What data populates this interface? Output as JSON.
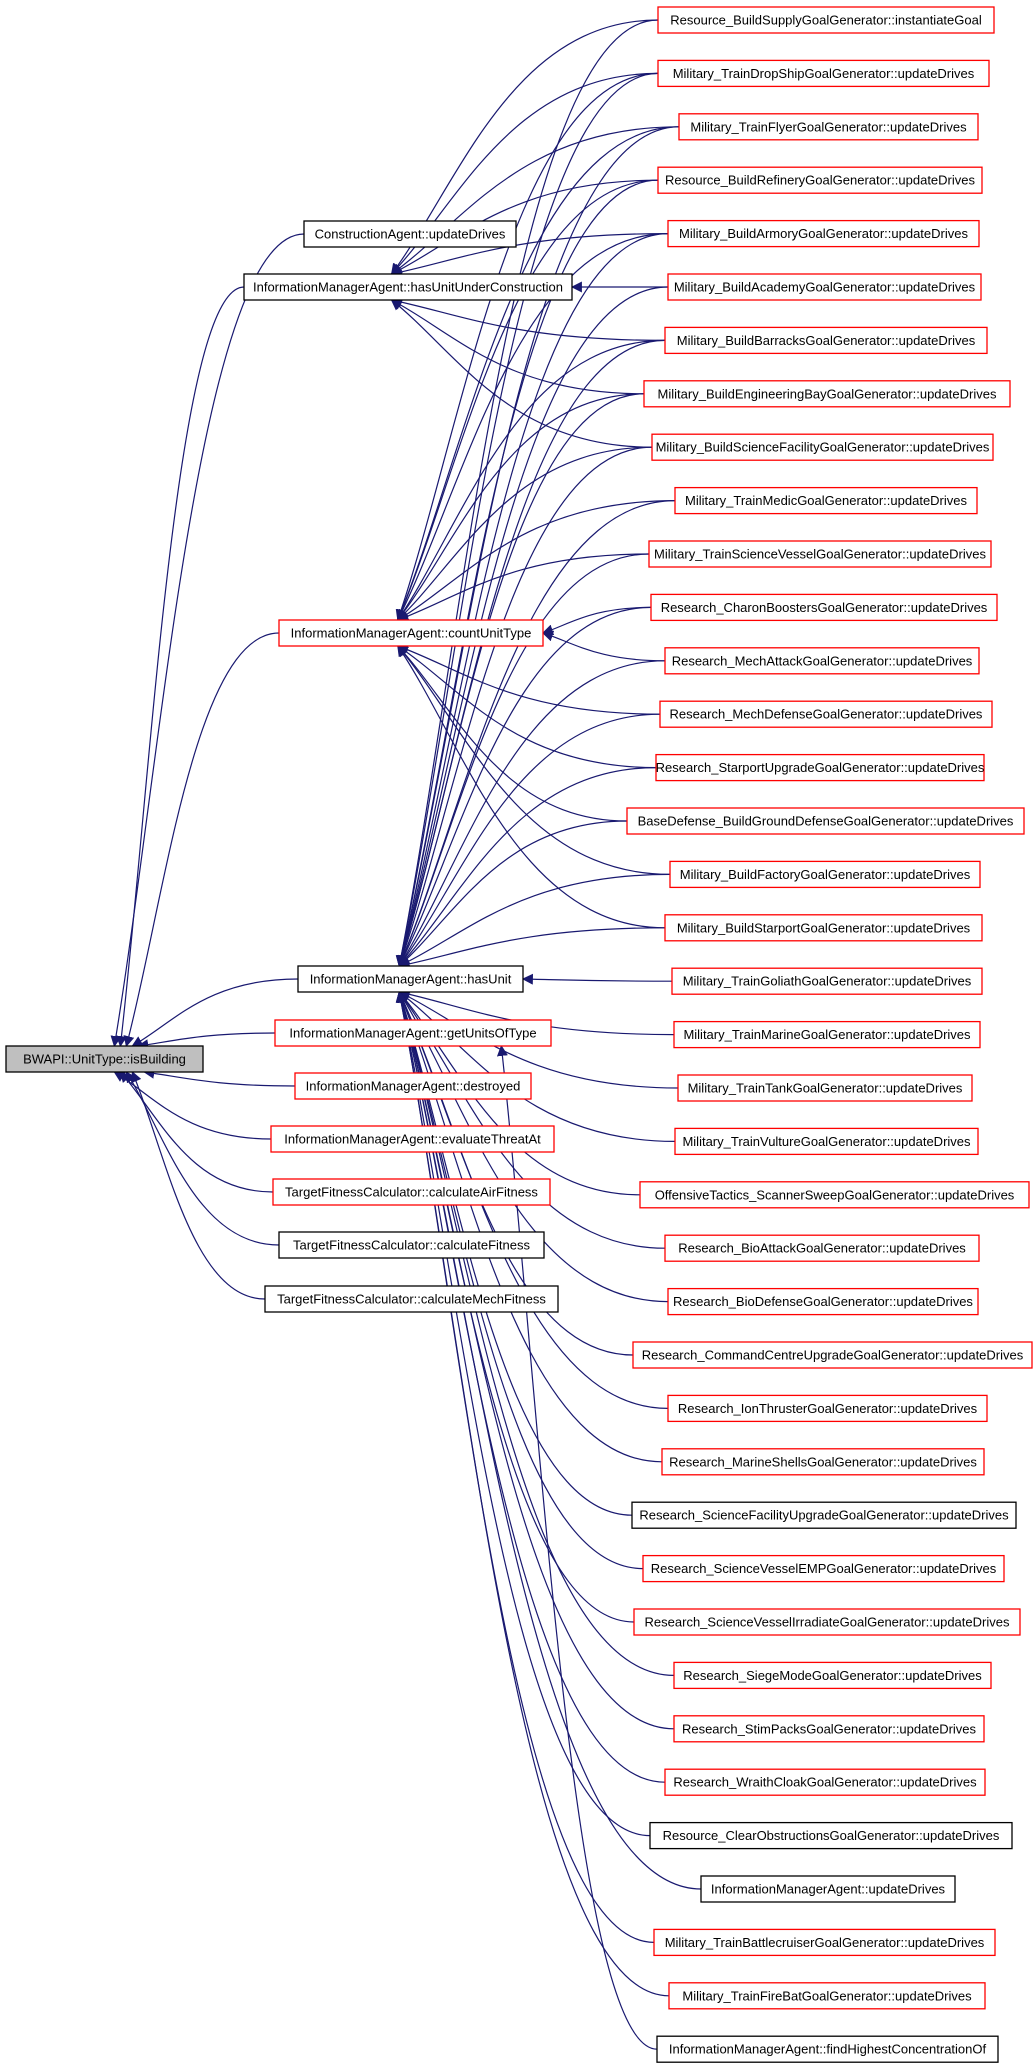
{
  "diagram": {
    "nodes": [
      {
        "id": "root",
        "label": "BWAPI::UnitType::isBuilding",
        "style": "root"
      },
      {
        "id": "ca",
        "label": "ConstructionAgent::updateDrives",
        "style": "black"
      },
      {
        "id": "huc",
        "label": "InformationManagerAgent::hasUnitUnderConstruction",
        "style": "black"
      },
      {
        "id": "cut",
        "label": "InformationManagerAgent::countUnitType",
        "style": "red"
      },
      {
        "id": "hu",
        "label": "InformationManagerAgent::hasUnit",
        "style": "black"
      },
      {
        "id": "guot",
        "label": "InformationManagerAgent::getUnitsOfType",
        "style": "red"
      },
      {
        "id": "des",
        "label": "InformationManagerAgent::destroyed",
        "style": "red"
      },
      {
        "id": "eta",
        "label": "InformationManagerAgent::evaluateThreatAt",
        "style": "red"
      },
      {
        "id": "caf",
        "label": "TargetFitnessCalculator::calculateAirFitness",
        "style": "red"
      },
      {
        "id": "cf",
        "label": "TargetFitnessCalculator::calculateFitness",
        "style": "black"
      },
      {
        "id": "cmf",
        "label": "TargetFitnessCalculator::calculateMechFitness",
        "style": "black"
      },
      {
        "id": "r0",
        "label": "Resource_BuildSupplyGoalGenerator::instantiateGoal",
        "style": "red"
      },
      {
        "id": "r1",
        "label": "Military_TrainDropShipGoalGenerator::updateDrives",
        "style": "red"
      },
      {
        "id": "r2",
        "label": "Military_TrainFlyerGoalGenerator::updateDrives",
        "style": "red"
      },
      {
        "id": "r3",
        "label": "Resource_BuildRefineryGoalGenerator::updateDrives",
        "style": "red"
      },
      {
        "id": "r4",
        "label": "Military_BuildArmoryGoalGenerator::updateDrives",
        "style": "red"
      },
      {
        "id": "r5",
        "label": "Military_BuildAcademyGoalGenerator::updateDrives",
        "style": "red"
      },
      {
        "id": "r6",
        "label": "Military_BuildBarracksGoalGenerator::updateDrives",
        "style": "red"
      },
      {
        "id": "r7",
        "label": "Military_BuildEngineeringBayGoalGenerator::updateDrives",
        "style": "red"
      },
      {
        "id": "r8",
        "label": "Military_BuildScienceFacilityGoalGenerator::updateDrives",
        "style": "red"
      },
      {
        "id": "r9",
        "label": "Military_TrainMedicGoalGenerator::updateDrives",
        "style": "red"
      },
      {
        "id": "r10",
        "label": "Military_TrainScienceVesselGoalGenerator::updateDrives",
        "style": "red"
      },
      {
        "id": "r11",
        "label": "Research_CharonBoostersGoalGenerator::updateDrives",
        "style": "red"
      },
      {
        "id": "r12",
        "label": "Research_MechAttackGoalGenerator::updateDrives",
        "style": "red"
      },
      {
        "id": "r13",
        "label": "Research_MechDefenseGoalGenerator::updateDrives",
        "style": "red"
      },
      {
        "id": "r14",
        "label": "Research_StarportUpgradeGoalGenerator::updateDrives",
        "style": "red"
      },
      {
        "id": "r15",
        "label": "BaseDefense_BuildGroundDefenseGoalGenerator::updateDrives",
        "style": "red"
      },
      {
        "id": "r16",
        "label": "Military_BuildFactoryGoalGenerator::updateDrives",
        "style": "red"
      },
      {
        "id": "r17",
        "label": "Military_BuildStarportGoalGenerator::updateDrives",
        "style": "red"
      },
      {
        "id": "r18",
        "label": "Military_TrainGoliathGoalGenerator::updateDrives",
        "style": "red"
      },
      {
        "id": "r19",
        "label": "Military_TrainMarineGoalGenerator::updateDrives",
        "style": "red"
      },
      {
        "id": "r20",
        "label": "Military_TrainTankGoalGenerator::updateDrives",
        "style": "red"
      },
      {
        "id": "r21",
        "label": "Military_TrainVultureGoalGenerator::updateDrives",
        "style": "red"
      },
      {
        "id": "r22",
        "label": "OffensiveTactics_ScannerSweepGoalGenerator::updateDrives",
        "style": "red"
      },
      {
        "id": "r23",
        "label": "Research_BioAttackGoalGenerator::updateDrives",
        "style": "red"
      },
      {
        "id": "r24",
        "label": "Research_BioDefenseGoalGenerator::updateDrives",
        "style": "red"
      },
      {
        "id": "r25",
        "label": "Research_CommandCentreUpgradeGoalGenerator::updateDrives",
        "style": "red"
      },
      {
        "id": "r26",
        "label": "Research_IonThrusterGoalGenerator::updateDrives",
        "style": "red"
      },
      {
        "id": "r27",
        "label": "Research_MarineShellsGoalGenerator::updateDrives",
        "style": "red"
      },
      {
        "id": "r28",
        "label": "Research_ScienceFacilityUpgradeGoalGenerator::updateDrives",
        "style": "black"
      },
      {
        "id": "r29",
        "label": "Research_ScienceVesselEMPGoalGenerator::updateDrives",
        "style": "red"
      },
      {
        "id": "r30",
        "label": "Research_ScienceVesselIrradiateGoalGenerator::updateDrives",
        "style": "red"
      },
      {
        "id": "r31",
        "label": "Research_SiegeModeGoalGenerator::updateDrives",
        "style": "red"
      },
      {
        "id": "r32",
        "label": "Research_StimPacksGoalGenerator::updateDrives",
        "style": "red"
      },
      {
        "id": "r33",
        "label": "Research_WraithCloakGoalGenerator::updateDrives",
        "style": "red"
      },
      {
        "id": "r34",
        "label": "Resource_ClearObstructionsGoalGenerator::updateDrives",
        "style": "black"
      },
      {
        "id": "r35",
        "label": "InformationManagerAgent::updateDrives",
        "style": "black"
      },
      {
        "id": "r36",
        "label": "Military_TrainBattlecruiserGoalGenerator::updateDrives",
        "style": "red"
      },
      {
        "id": "r37",
        "label": "Military_TrainFireBatGoalGenerator::updateDrives",
        "style": "red"
      },
      {
        "id": "r38",
        "label": "InformationManagerAgent::findHighestConcentrationOf",
        "style": "black"
      }
    ],
    "edges": [
      [
        "ca",
        "root"
      ],
      [
        "huc",
        "root"
      ],
      [
        "cut",
        "root"
      ],
      [
        "hu",
        "root"
      ],
      [
        "guot",
        "root"
      ],
      [
        "des",
        "root"
      ],
      [
        "eta",
        "root"
      ],
      [
        "caf",
        "root"
      ],
      [
        "cf",
        "root"
      ],
      [
        "cmf",
        "root"
      ],
      [
        "r0",
        "huc"
      ],
      [
        "r1",
        "huc"
      ],
      [
        "r2",
        "huc"
      ],
      [
        "r3",
        "huc"
      ],
      [
        "r4",
        "huc"
      ],
      [
        "r5",
        "huc"
      ],
      [
        "r6",
        "huc"
      ],
      [
        "r7",
        "huc"
      ],
      [
        "r8",
        "huc"
      ],
      [
        "r1",
        "cut"
      ],
      [
        "r2",
        "cut"
      ],
      [
        "r3",
        "cut"
      ],
      [
        "r4",
        "cut"
      ],
      [
        "r6",
        "cut"
      ],
      [
        "r7",
        "cut"
      ],
      [
        "r8",
        "cut"
      ],
      [
        "r9",
        "cut"
      ],
      [
        "r10",
        "cut"
      ],
      [
        "r11",
        "cut"
      ],
      [
        "r12",
        "cut"
      ],
      [
        "r13",
        "cut"
      ],
      [
        "r14",
        "cut"
      ],
      [
        "r15",
        "cut"
      ],
      [
        "r16",
        "cut"
      ],
      [
        "r17",
        "cut"
      ],
      [
        "r0",
        "hu"
      ],
      [
        "r1",
        "hu"
      ],
      [
        "r2",
        "hu"
      ],
      [
        "r3",
        "hu"
      ],
      [
        "r4",
        "hu"
      ],
      [
        "r5",
        "hu"
      ],
      [
        "r6",
        "hu"
      ],
      [
        "r7",
        "hu"
      ],
      [
        "r8",
        "hu"
      ],
      [
        "r9",
        "hu"
      ],
      [
        "r10",
        "hu"
      ],
      [
        "r11",
        "hu"
      ],
      [
        "r12",
        "hu"
      ],
      [
        "r13",
        "hu"
      ],
      [
        "r14",
        "hu"
      ],
      [
        "r15",
        "hu"
      ],
      [
        "r16",
        "hu"
      ],
      [
        "r17",
        "hu"
      ],
      [
        "r18",
        "hu"
      ],
      [
        "r19",
        "hu"
      ],
      [
        "r20",
        "hu"
      ],
      [
        "r21",
        "hu"
      ],
      [
        "r22",
        "hu"
      ],
      [
        "r23",
        "hu"
      ],
      [
        "r24",
        "hu"
      ],
      [
        "r25",
        "hu"
      ],
      [
        "r26",
        "hu"
      ],
      [
        "r27",
        "hu"
      ],
      [
        "r28",
        "hu"
      ],
      [
        "r29",
        "hu"
      ],
      [
        "r30",
        "hu"
      ],
      [
        "r31",
        "hu"
      ],
      [
        "r32",
        "hu"
      ],
      [
        "r33",
        "hu"
      ],
      [
        "r34",
        "hu"
      ],
      [
        "r35",
        "hu"
      ],
      [
        "r36",
        "hu"
      ],
      [
        "r37",
        "hu"
      ],
      [
        "r38",
        "guot"
      ]
    ]
  }
}
